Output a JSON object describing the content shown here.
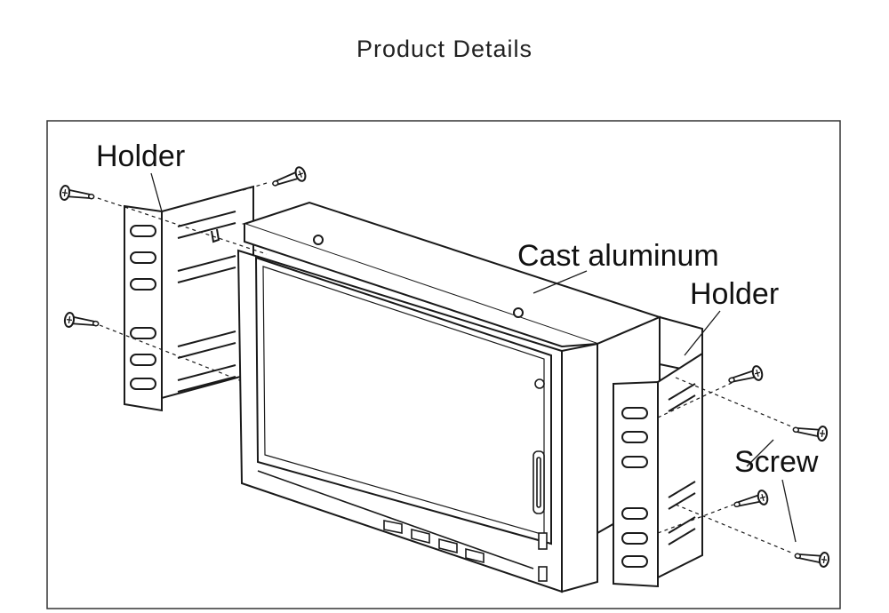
{
  "page": {
    "title": "Product Details"
  },
  "diagram": {
    "labels": {
      "holder_left": "Holder",
      "cast_aluminum": "Cast aluminum",
      "holder_right": "Holder",
      "screw": "Screw"
    },
    "colors": {
      "line": "#1a1a1a",
      "frame": "#333333",
      "background": "#ffffff"
    }
  }
}
